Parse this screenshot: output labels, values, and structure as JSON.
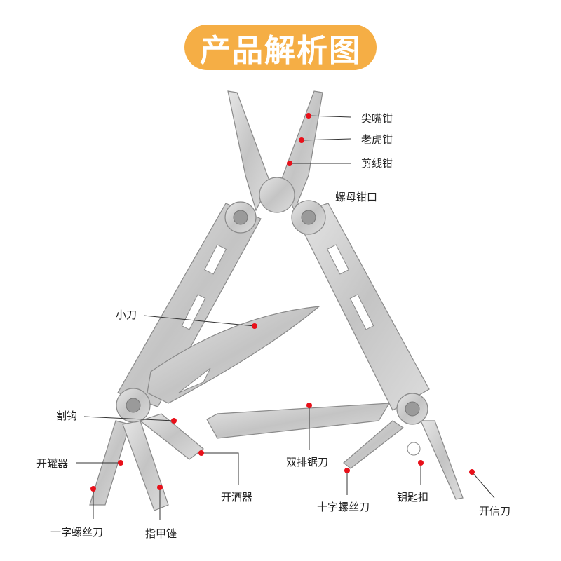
{
  "title": "产品解析图",
  "colors": {
    "accent": "#F5AE45",
    "marker": "#E8101A"
  },
  "labels": {
    "needle_nose": "尖嘴钳",
    "pliers": "老虎钳",
    "wire_cutter": "剪线钳",
    "nut_jaw": "螺母钳口",
    "knife": "小刀",
    "hook_cutter": "割钩",
    "can_opener": "开罐器",
    "flat_screwdriver": "一字螺丝刀",
    "nail_file": "指甲锉",
    "bottle_opener": "开酒器",
    "saw": "双排锯刀",
    "phillips_screwdriver": "十字螺丝刀",
    "key_ring": "钥匙扣",
    "letter_opener": "开信刀"
  }
}
